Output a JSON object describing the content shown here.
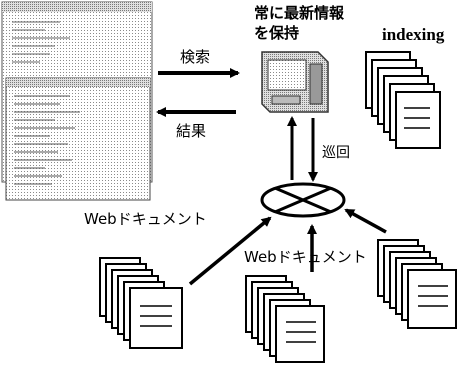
{
  "labels": {
    "search": "検索",
    "result": "結果",
    "always_latest_line1": "常に最新情報",
    "always_latest_line2": "を保持",
    "indexing": "indexing",
    "patrol": "巡回",
    "web_docs_left": "Webドキュメント",
    "web_docs_center": "Webドキュメント"
  },
  "colors": {
    "ink": "#000000",
    "screen_gray": "#d8d8d8",
    "server_gray": "#c8c8c8"
  }
}
